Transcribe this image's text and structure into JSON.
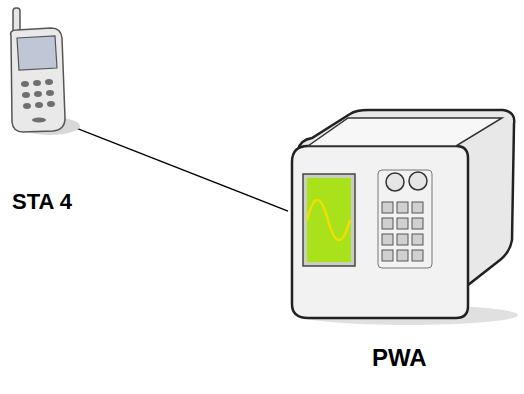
{
  "diagram": {
    "nodes": [
      {
        "text": [
          "STA 4"
        ]
      },
      {
        "text": [
          "PWA"
        ]
      }
    ],
    "edges": [
      {
        "from": 0,
        "to": 1,
        "arrow": "none"
      }
    ]
  }
}
